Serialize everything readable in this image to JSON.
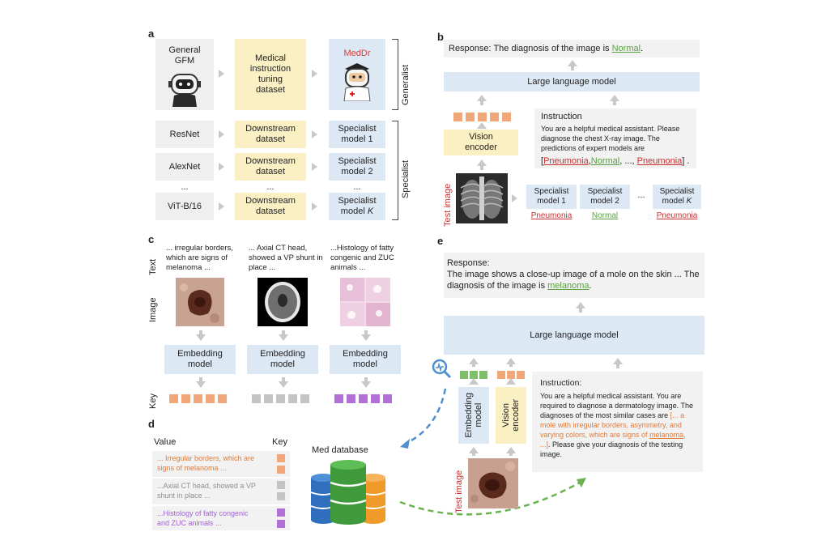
{
  "panel_a": {
    "letter": "a",
    "row1": {
      "gfm": "General\nGFM",
      "dataset": "Medical\ninstruction\ntuning\ndataset",
      "model": "MedDr"
    },
    "rows": [
      {
        "model": "ResNet",
        "dataset": "Downstream\ndataset",
        "specialist": "Specialist\nmodel 1"
      },
      {
        "model": "AlexNet",
        "dataset": "Downstream\ndataset",
        "specialist": "Specialist\nmodel 2"
      },
      {
        "model": "...",
        "dataset": "...",
        "specialist": "..."
      },
      {
        "model": "ViT-B/16",
        "dataset": "Downstream\ndataset",
        "specialist_prefix": "Specialist\nmodel ",
        "specialist_k": "K"
      }
    ],
    "generalist_label": "Generalist",
    "specialist_label": "Specialist"
  },
  "panel_b": {
    "letter": "b",
    "response_prefix": "Response: The diagnosis of the image is ",
    "response_value": "Normal",
    "response_suffix": ".",
    "llm": "Large language model",
    "vision_encoder": "Vision\nencoder",
    "instruction_title": "Instruction",
    "instruction_text": "You are a helpful medical assistant. Please diagnose the chest X-ray image. The predictions of expert models are",
    "pred_open": "[",
    "pred_1": "Pneumonia",
    "pred_sep1": ",",
    "pred_2": "Normal",
    "pred_sep2": ", ..., ",
    "pred_3": "Pneumonia",
    "pred_close": "] .",
    "test_image": "Test image",
    "specialists": [
      {
        "label": "Specialist\nmodel 1",
        "pred": "Pneumonia"
      },
      {
        "label": "Specialist\nmodel 2",
        "pred": "Normal"
      },
      {
        "label": "Specialist\nmodel ",
        "label_k": "K",
        "pred": "Pneumonia"
      }
    ],
    "ellipsis": "..."
  },
  "panel_c": {
    "letter": "c",
    "row_text": "Text",
    "row_image": "Image",
    "row_key": "Key",
    "texts": [
      "... irregular borders,\nwhich are signs of\nmelanoma ...",
      "... Axial CT head,\nshowed a VP shunt in\nplace ...",
      "...Histology of fatty\ncongenic and ZUC\nanimals ..."
    ],
    "embedding": "Embedding\nmodel"
  },
  "panel_d": {
    "letter": "d",
    "value_header": "Value",
    "key_header": "Key",
    "values": [
      "... Irregular borders, which are\nsigns of melanoma ...",
      "...Axial CT head, showed a VP\nshunt in place ...",
      "...Histology of fatty congenic\nand ZUC animals ..."
    ],
    "db_label": "Med database"
  },
  "panel_e": {
    "letter": "e",
    "response_title": "Response:",
    "response_text": "The image shows a close-up image of a mole on the skin ... The diagnosis of the image is ",
    "response_value": "melanoma",
    "response_suffix": ".",
    "llm": "Large language model",
    "embedding": "Embedding\nmodel",
    "vision_encoder": "Vision\nencoder",
    "instruction_title": "Instruction:",
    "instruction_text": "You are a helpful medical assistant.  You are required to diagnose a dermatology image. The diagnoses of the most similar cases are ",
    "instruction_highlight_1": "[... a mole with irregular borders, asymmetry, and varying colors, which are signs of ",
    "instruction_highlight_u": "melanoma",
    "instruction_highlight_2": ", ...]",
    "instruction_tail": ". Please give your diagnosis of the testing image.",
    "test_image": "Test image"
  },
  "colors": {
    "orange": "#f2a77a",
    "gray": "#c4c4c4",
    "purple": "#b070d8",
    "green": "#7fbf6a",
    "blue_arrow": "#4f8fcf",
    "green_arrow": "#6bb14f"
  }
}
